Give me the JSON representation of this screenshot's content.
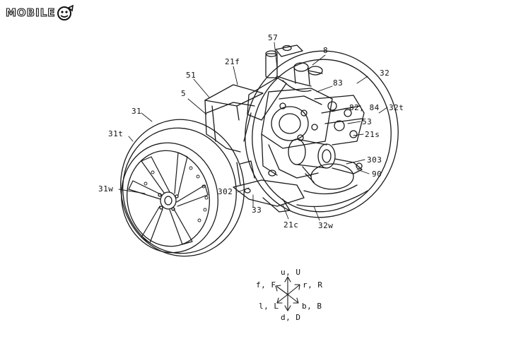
{
  "watermark": {
    "brand_text": "MOBILE"
  },
  "labels": {
    "l57": "57",
    "l8": "8",
    "l32": "32",
    "l21f": "21f",
    "l51": "51",
    "l5": "5",
    "l83": "83",
    "l82_84": "82, 84",
    "l32t": "32t",
    "l31": "31",
    "l53": "53",
    "l31t": "31t",
    "l21s": "21s",
    "l303": "303",
    "l90": "90",
    "l31w": "31w",
    "l302": "302",
    "l33": "33",
    "l21c": "21c",
    "l32w": "32w"
  },
  "compass": {
    "up": "u, U",
    "front": "f, F",
    "right": "r, R",
    "left": "l, L",
    "back": "b, B",
    "down": "d, D"
  }
}
